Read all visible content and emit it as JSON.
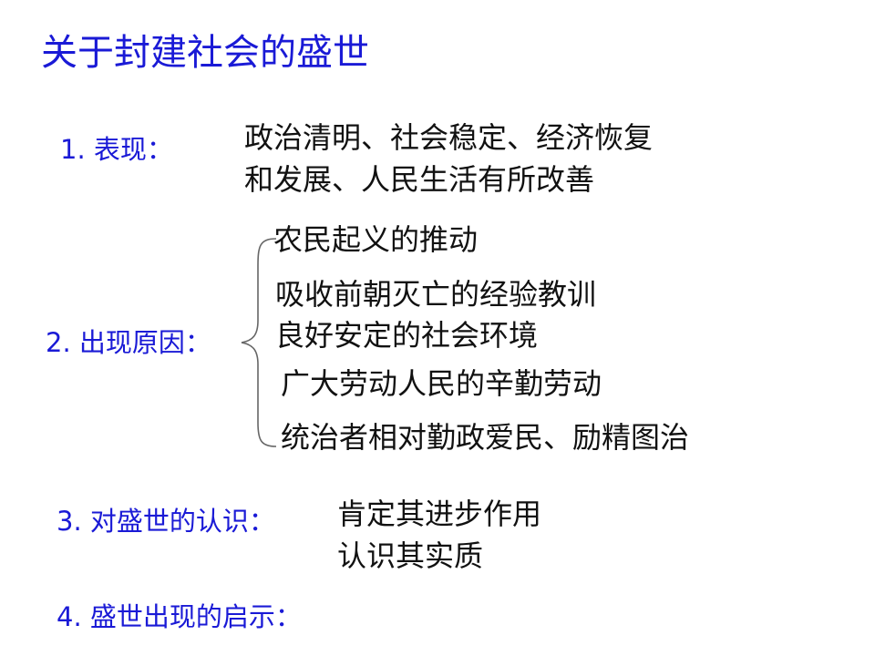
{
  "slide": {
    "title": "关于封建社会的盛世",
    "sections": {
      "s1": {
        "label": "1. 表现：",
        "lines": [
          "政治清明、社会稳定、经济恢复",
          "和发展、人民生活有所改善"
        ]
      },
      "s2": {
        "label": "2. 出现原因：",
        "items": [
          "农民起义的推动",
          "吸收前朝灭亡的经验教训",
          "良好安定的社会环境",
          "广大劳动人民的辛勤劳动",
          "统治者相对勤政爱民、励精图治"
        ]
      },
      "s3": {
        "label": "3. 对盛世的认识：",
        "lines": [
          "肯定其进步作用",
          "认识其实质"
        ]
      },
      "s4": {
        "label": "4. 盛世出现的启示："
      }
    },
    "colors": {
      "heading": "#1a1ad6",
      "text": "#111111",
      "background": "#ffffff"
    }
  }
}
